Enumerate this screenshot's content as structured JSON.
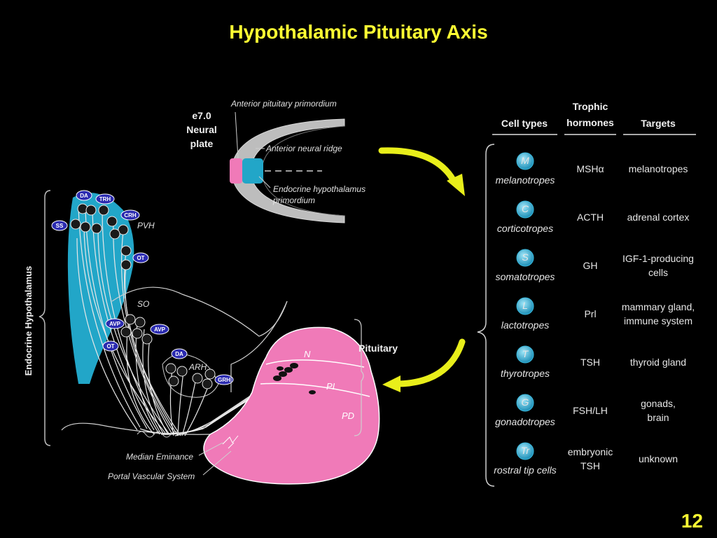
{
  "title": "Hypothalamic Pituitary Axis",
  "page_number": "12",
  "primordium": {
    "stage_label_lines": [
      "e7.0",
      "Neural",
      "plate"
    ],
    "anterior_pituitary_label": "Anterior pituitary primordium",
    "anterior_neural_ridge_label": "Anterior neural ridge",
    "endocrine_hypothalamus_label_lines": [
      "Endocrine hypothalamus",
      "primordium"
    ]
  },
  "hypothalamus": {
    "side_label": "Endocrine Hypothalamus",
    "pvh_label": "PVH",
    "so_label": "SO",
    "arh_label": "ARH",
    "pvh_tags": [
      "DA",
      "TRH",
      "SS",
      "CRH",
      "OT"
    ],
    "so_tags": [
      "AVP",
      "OT",
      "AVP"
    ],
    "arh_tags": [
      "DA",
      "GRH"
    ],
    "median_eminence_label": "Median Eminance",
    "portal_system_label": "Portal Vascular System"
  },
  "pituitary": {
    "label": "Pituitary",
    "lobes": [
      "N",
      "PI",
      "PD"
    ]
  },
  "table": {
    "headers": {
      "cell_types": "Cell types",
      "trophic_lines": [
        "Trophic",
        "hormones"
      ],
      "targets": "Targets"
    },
    "colors": {
      "cell_icon": "#3ab8dc",
      "hypothalamus": "#22a6c8",
      "pituitary": "#f07ab8",
      "arrow": "#e8ee1a"
    },
    "rows": [
      {
        "icon": "M",
        "cell": "melanotropes",
        "hormone_lines": [
          "MSHα"
        ],
        "target_lines": [
          "melanotropes"
        ]
      },
      {
        "icon": "C",
        "cell": "corticotropes",
        "hormone_lines": [
          "ACTH"
        ],
        "target_lines": [
          "adrenal cortex"
        ]
      },
      {
        "icon": "S",
        "cell": "somatotropes",
        "hormone_lines": [
          "GH"
        ],
        "target_lines": [
          "IGF-1-producing",
          "cells"
        ]
      },
      {
        "icon": "L",
        "cell": "lactotropes",
        "hormone_lines": [
          "Prl"
        ],
        "target_lines": [
          "mammary gland,",
          "immune system"
        ]
      },
      {
        "icon": "T",
        "cell": "thyrotropes",
        "hormone_lines": [
          "TSH"
        ],
        "target_lines": [
          "thyroid gland"
        ]
      },
      {
        "icon": "G",
        "cell": "gonadotropes",
        "hormone_lines": [
          "FSH/LH"
        ],
        "target_lines": [
          "gonads,",
          "brain"
        ]
      },
      {
        "icon": "Tr",
        "cell": "rostral tip cells",
        "hormone_lines": [
          "embryonic",
          "TSH"
        ],
        "target_lines": [
          "unknown"
        ]
      }
    ]
  }
}
